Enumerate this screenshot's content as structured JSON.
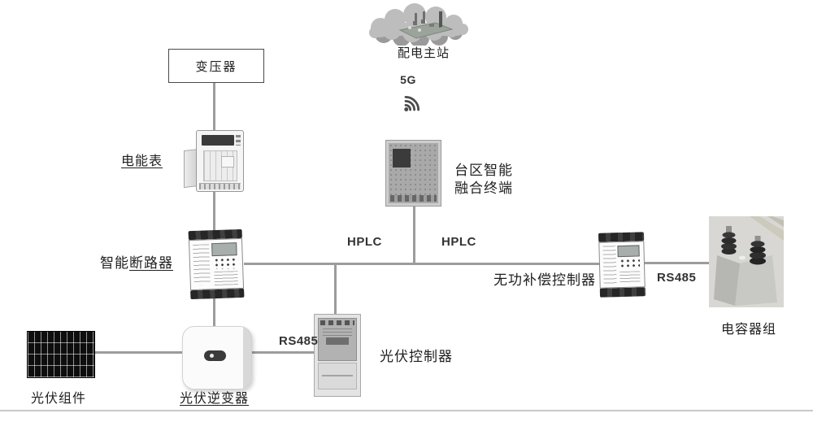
{
  "labels": {
    "main_station": "配电主站",
    "wireless": "5G",
    "transformer": "变压器",
    "energy_meter": "电能表",
    "breaker_prefix": "智能",
    "breaker_suffix": "断路器",
    "fusion_terminal_line1": "台区智能",
    "fusion_terminal_line2": "融合终端",
    "hplc_left": "HPLC",
    "hplc_right": "HPLC",
    "reactive_controller": "无功补偿控制器",
    "rs485_capacitor": "RS485",
    "capacitor_bank": "电容器组",
    "pv_module": "光伏组件",
    "pv_inverter": "光伏逆变器",
    "rs485_pv": "RS485",
    "pv_controller": "光伏控制器"
  },
  "icons": {
    "main_station": "cloud-substation-icon",
    "wireless": "wifi-signal-icon"
  },
  "colors": {
    "connector": "#9c9c9c",
    "rule": "#c9c9c9",
    "text": "#1f1f1f"
  }
}
